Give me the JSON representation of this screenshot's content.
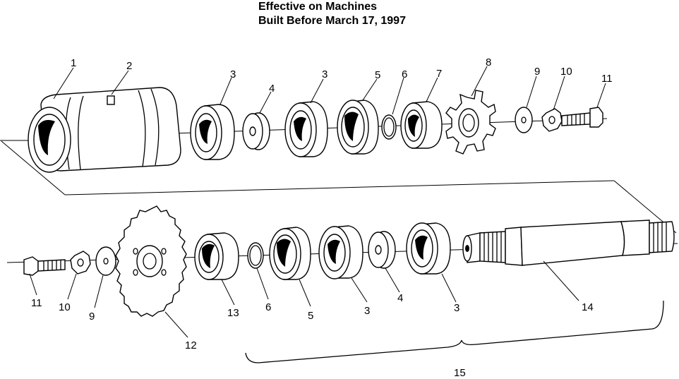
{
  "header": {
    "line1": "Effective on Machines",
    "line2": "Built Before March 17, 1997"
  },
  "callouts": {
    "top": [
      "1",
      "2",
      "3",
      "4",
      "3",
      "5",
      "6",
      "7",
      "8",
      "9",
      "10",
      "11"
    ],
    "bottom": [
      "11",
      "10",
      "9",
      "12",
      "13",
      "6",
      "5",
      "3",
      "4",
      "3",
      "14"
    ],
    "assembly": "15"
  }
}
